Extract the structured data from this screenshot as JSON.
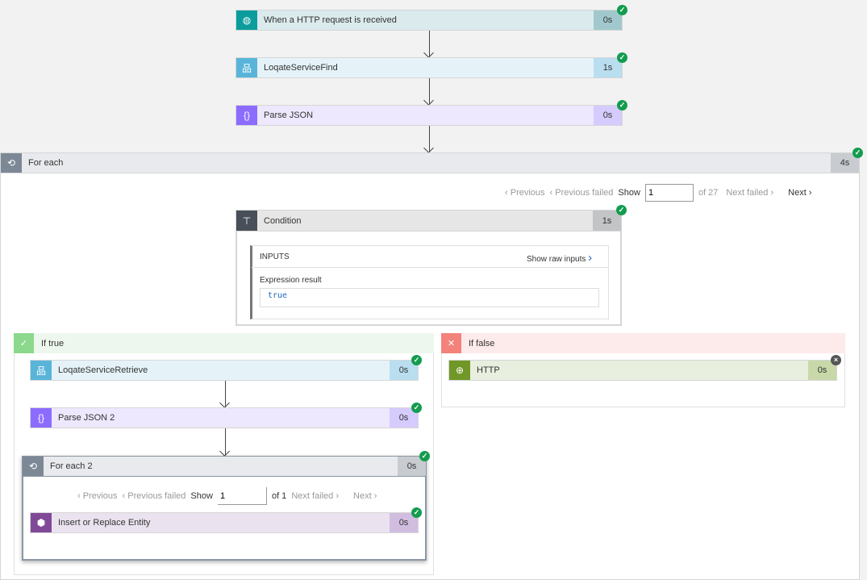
{
  "colors": {
    "success": "#139c4f",
    "failed": "#555555",
    "link": "#1e6ac2"
  },
  "steps": [
    {
      "title": "When a HTTP request is received",
      "duration": "0s",
      "icon": "globe-request-icon",
      "status": "succeeded"
    },
    {
      "title": "LoqateServiceFind",
      "duration": "1s",
      "icon": "hierarchy-icon",
      "status": "succeeded"
    },
    {
      "title": "Parse JSON",
      "duration": "0s",
      "icon": "json-braces-icon",
      "status": "succeeded"
    }
  ],
  "foreach": {
    "title": "For each",
    "duration": "4s",
    "status": "succeeded",
    "pager": {
      "previous": "Previous",
      "previous_failed": "Previous failed",
      "show": "Show",
      "value": "1",
      "of": "of 27",
      "next_failed": "Next failed",
      "next": "Next"
    }
  },
  "condition": {
    "title": "Condition",
    "duration": "1s",
    "inputs_label": "INPUTS",
    "show_raw": "Show raw inputs",
    "expr_label": "Expression result",
    "expr_value": "true"
  },
  "if_true": {
    "label": "If true",
    "steps": [
      {
        "title": "LoqateServiceRetrieve",
        "duration": "0s"
      },
      {
        "title": "Parse JSON 2",
        "duration": "0s"
      }
    ],
    "foreach2": {
      "title": "For each 2",
      "duration": "0s",
      "pager": {
        "previous": "Previous",
        "previous_failed": "Previous failed",
        "show": "Show",
        "value": "1",
        "of": "of 1",
        "next_failed": "Next failed",
        "next": "Next"
      },
      "step": {
        "title": "Insert or Replace Entity",
        "duration": "0s"
      }
    }
  },
  "if_false": {
    "label": "If false",
    "step": {
      "title": "HTTP",
      "duration": "0s",
      "status": "skipped"
    }
  }
}
